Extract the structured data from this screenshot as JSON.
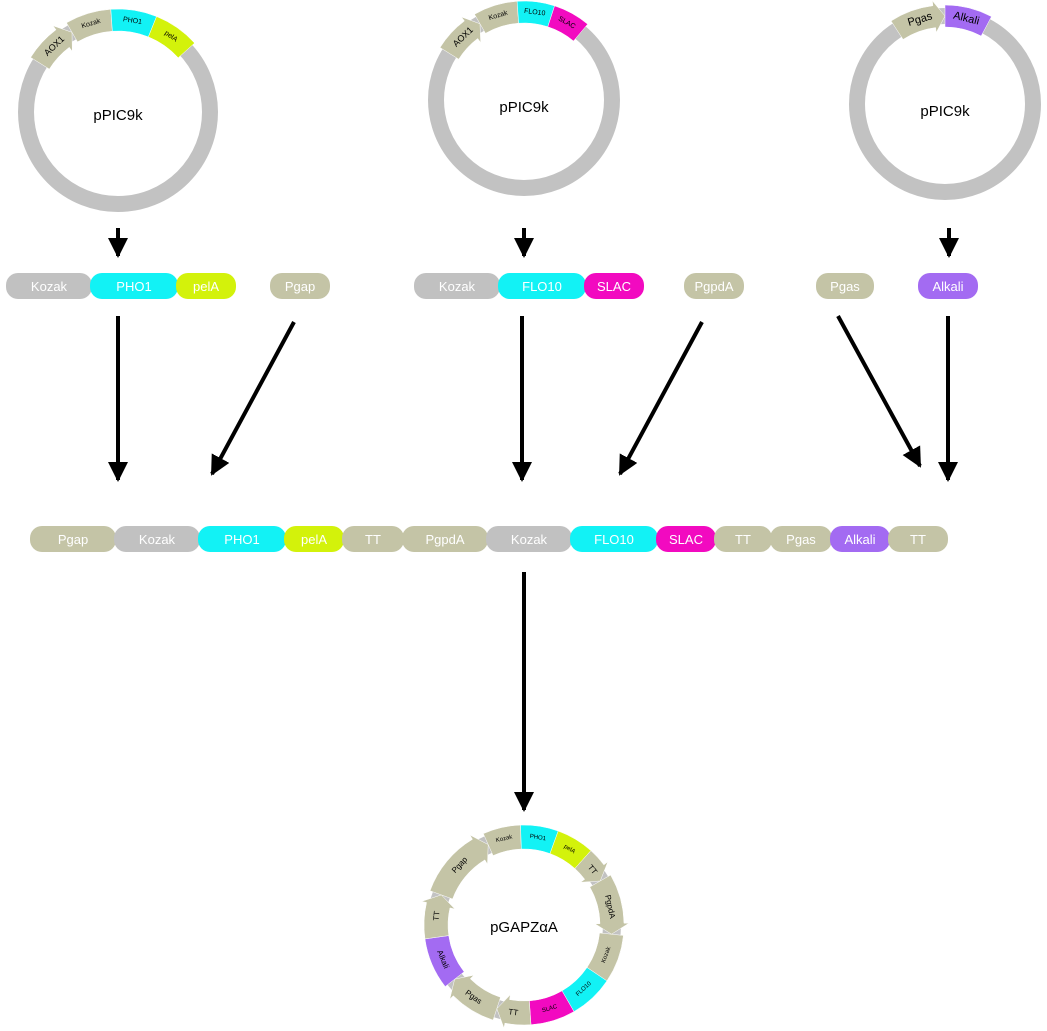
{
  "colors": {
    "backbone": "#c2c2c2",
    "promoter": "#c4c4a6",
    "kozak_fill": "#f2f2f2",
    "kozak_pill": "#c1c1c1",
    "pho1": "#12f2f5",
    "flo10": "#12f2f5",
    "pela": "#d3f20b",
    "slac": "#f20ac0",
    "alkali": "#a36bf2",
    "terminator": "#c4c4a6",
    "arrow": "#000000",
    "text_dark": "#000000",
    "text_light": "#ffffff"
  },
  "plasmids": [
    {
      "name": "pPIC9k",
      "segments": [
        {
          "label": "AOX1",
          "kind": "promoter"
        },
        {
          "label": "Kozak",
          "kind": "kozak"
        },
        {
          "label": "PHO1",
          "kind": "pho1"
        },
        {
          "label": "pelA",
          "kind": "pela"
        }
      ]
    },
    {
      "name": "pPIC9k",
      "segments": [
        {
          "label": "AOX1",
          "kind": "promoter"
        },
        {
          "label": "Kozak",
          "kind": "kozak"
        },
        {
          "label": "FLO10",
          "kind": "flo10"
        },
        {
          "label": "SLAC",
          "kind": "slac"
        }
      ]
    },
    {
      "name": "pPIC9k",
      "segments": [
        {
          "label": "Pgas",
          "kind": "promoter"
        },
        {
          "label": "Alkali",
          "kind": "alkali"
        }
      ]
    }
  ],
  "fragments": [
    {
      "parts": [
        {
          "label": "Kozak",
          "kind": "kozak_pill"
        },
        {
          "label": "PHO1",
          "kind": "pho1"
        },
        {
          "label": "pelA",
          "kind": "pela"
        }
      ]
    },
    {
      "parts": [
        {
          "label": "Pgap",
          "kind": "promoter"
        }
      ]
    },
    {
      "parts": [
        {
          "label": "Kozak",
          "kind": "kozak_pill"
        },
        {
          "label": "FLO10",
          "kind": "flo10"
        },
        {
          "label": "SLAC",
          "kind": "slac"
        }
      ]
    },
    {
      "parts": [
        {
          "label": "PgpdA",
          "kind": "promoter"
        }
      ]
    },
    {
      "parts": [
        {
          "label": "Pgas",
          "kind": "promoter"
        }
      ]
    },
    {
      "parts": [
        {
          "label": "Alkali",
          "kind": "alkali"
        }
      ]
    }
  ],
  "assembly": [
    {
      "label": "Pgap",
      "kind": "promoter"
    },
    {
      "label": "Kozak",
      "kind": "kozak_pill"
    },
    {
      "label": "PHO1",
      "kind": "pho1"
    },
    {
      "label": "pelA",
      "kind": "pela"
    },
    {
      "label": "TT",
      "kind": "terminator"
    },
    {
      "label": "PgpdA",
      "kind": "promoter"
    },
    {
      "label": "Kozak",
      "kind": "kozak_pill"
    },
    {
      "label": "FLO10",
      "kind": "flo10"
    },
    {
      "label": "SLAC",
      "kind": "slac"
    },
    {
      "label": "TT",
      "kind": "terminator"
    },
    {
      "label": "Pgas",
      "kind": "promoter"
    },
    {
      "label": "Alkali",
      "kind": "alkali"
    },
    {
      "label": "TT",
      "kind": "terminator"
    }
  ],
  "final_plasmid": {
    "name": "pGAPZαA",
    "segments": [
      {
        "label": "Kozak",
        "kind": "kozak"
      },
      {
        "label": "PHO1",
        "kind": "pho1"
      },
      {
        "label": "pelA",
        "kind": "pela"
      },
      {
        "label": "TT",
        "kind": "terminator"
      },
      {
        "label": "PgpdA",
        "kind": "promoter"
      },
      {
        "label": "Kozak",
        "kind": "kozak"
      },
      {
        "label": "FLO10",
        "kind": "flo10"
      },
      {
        "label": "SLAC",
        "kind": "slac"
      },
      {
        "label": "TT",
        "kind": "terminator"
      },
      {
        "label": "Pgas",
        "kind": "promoter"
      },
      {
        "label": "Alkali",
        "kind": "alkali"
      },
      {
        "label": "TT",
        "kind": "terminator"
      },
      {
        "label": "Pgap",
        "kind": "promoter"
      }
    ]
  }
}
